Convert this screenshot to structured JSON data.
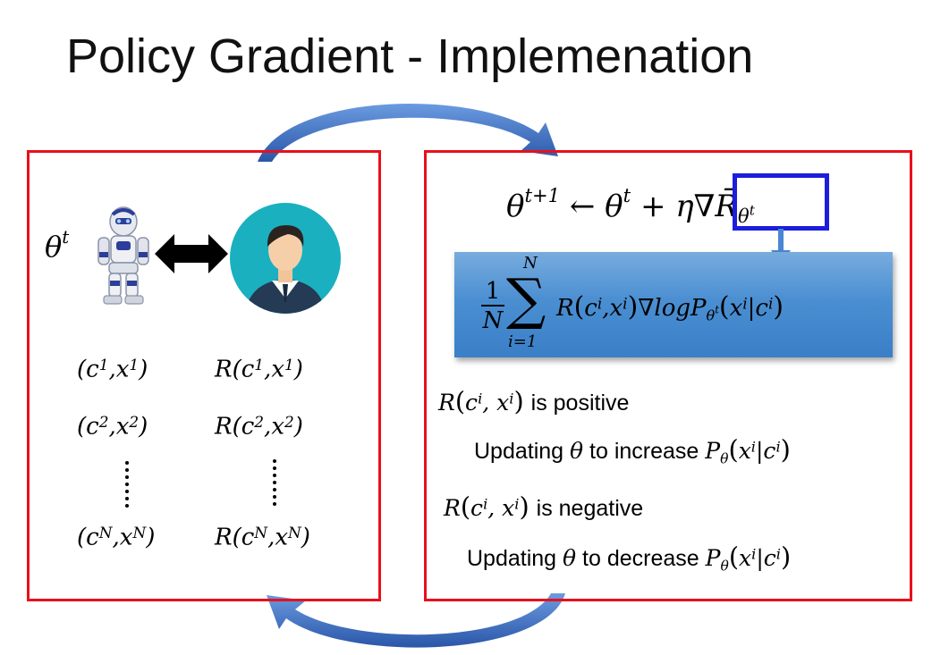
{
  "slide": {
    "title": "Policy Gradient - Implemenation"
  },
  "left_panel": {
    "theta_label": "θ",
    "theta_sup": "t",
    "pairs": [
      {
        "c": "c",
        "x": "x",
        "idx": "1",
        "reward": "R"
      },
      {
        "c": "c",
        "x": "x",
        "idx": "2",
        "reward": "R"
      },
      {
        "c": "c",
        "x": "x",
        "idx": "N",
        "reward": "R"
      }
    ]
  },
  "right_panel": {
    "update": {
      "theta": "θ",
      "next_sup": "t+1",
      "arrow": "←",
      "cur_sup": "t",
      "plus": "+",
      "eta": "η",
      "nabla": "∇",
      "rbar": "R̄",
      "sub_theta": "θ",
      "sub_t": "t"
    },
    "formula": {
      "frac_num": "1",
      "frac_den": "N",
      "sum_symbol": "∑",
      "sum_upper": "N",
      "sum_lower": "i=1",
      "reward": "R",
      "c": "c",
      "x": "x",
      "i": "i",
      "grad_log": "∇logP",
      "sub_theta": "θ",
      "sub_t": "t"
    },
    "conditions": [
      {
        "text": "is positive",
        "action_prefix": "Updating",
        "action_mid": "to increase"
      },
      {
        "text": "is negative",
        "action_prefix": "Updating",
        "action_mid": "to decrease"
      }
    ]
  },
  "colors": {
    "panel_border": "#e8101c",
    "highlight_border": "#1d1ddd",
    "formula_fill": "#4b8fd2",
    "cycle_arrow": "#3f6fbf"
  },
  "icons": [
    "robot-icon",
    "double-arrow-icon",
    "user-avatar-icon",
    "cycle-arrow-icon",
    "down-arrow-icon"
  ]
}
